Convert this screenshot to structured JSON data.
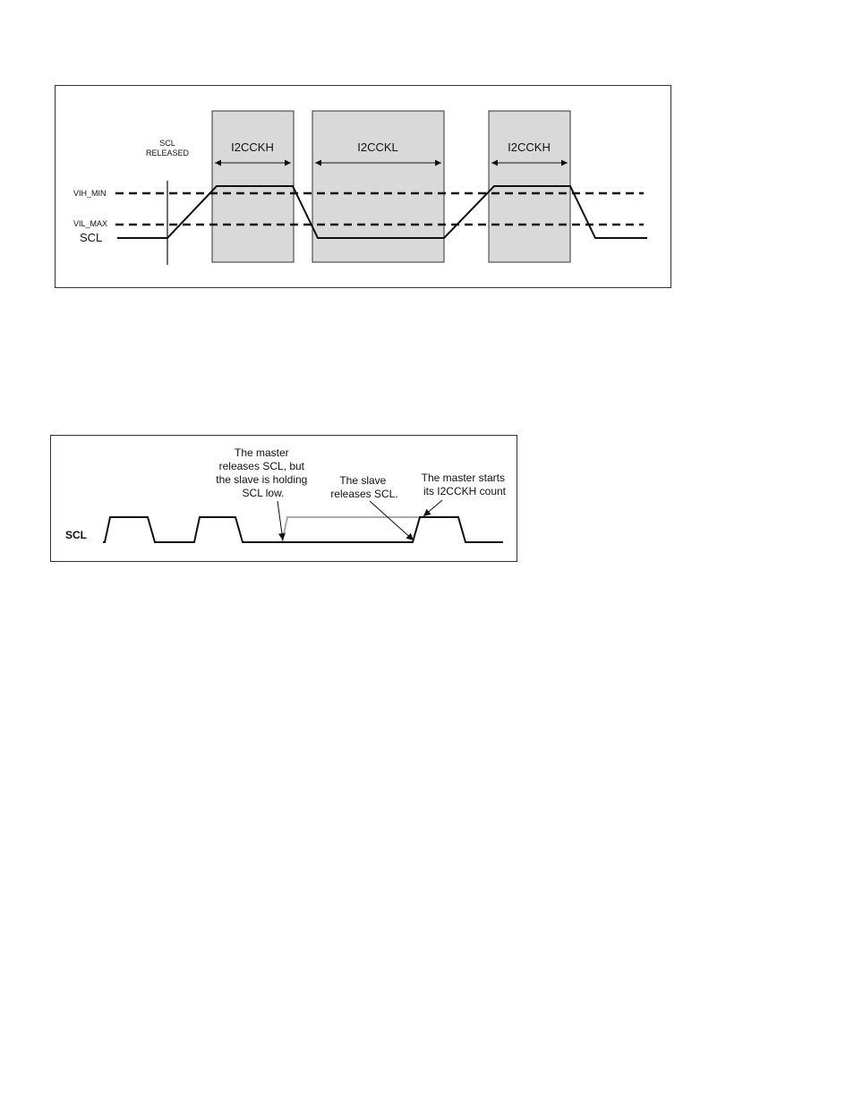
{
  "figure1": {
    "event_label_line1": "SCL",
    "event_label_line2": "RELEASED",
    "vih_label": "VIH_MIN",
    "vil_label": "VIL_MAX",
    "signal_label": "SCL",
    "intervals": [
      {
        "label": "I2CCKH"
      },
      {
        "label": "I2CCKL"
      },
      {
        "label": "I2CCKH"
      }
    ],
    "colors": {
      "interval_fill": "#d9d9d9",
      "line": "#111111"
    }
  },
  "figure2": {
    "signal_label": "SCL",
    "annotation_master_release": [
      "The master",
      "releases SCL, but",
      "the slave is holding",
      "SCL low."
    ],
    "annotation_slave_release": [
      "The slave",
      "releases SCL."
    ],
    "annotation_master_count": [
      "The master starts",
      "its I2CCKH count"
    ],
    "colors": {
      "master_release_trace": "#aaaaaa",
      "line": "#111111"
    }
  }
}
